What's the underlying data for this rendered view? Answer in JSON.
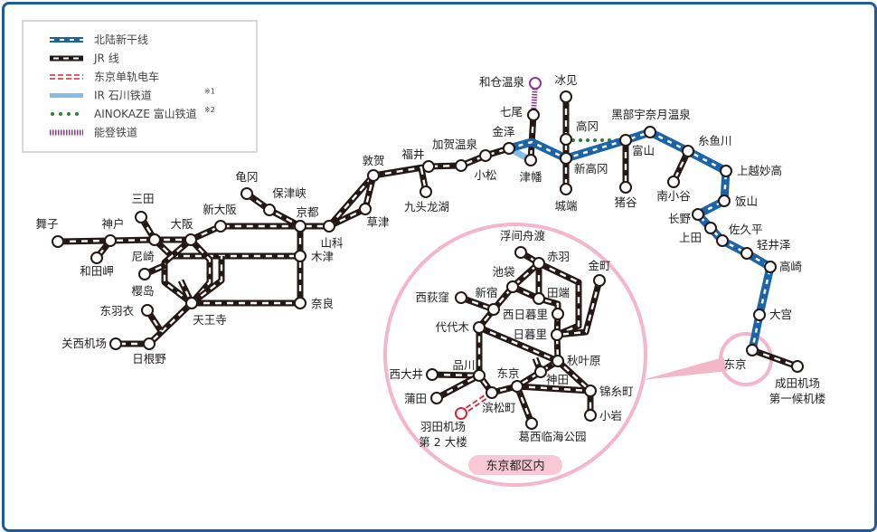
{
  "legend": {
    "items": [
      {
        "label": "北陆新干线",
        "type": "shinkansen",
        "color": "#1c64a8"
      },
      {
        "label": "JR 线",
        "type": "jr",
        "color": "#231815"
      },
      {
        "label": "东京单轨电车",
        "type": "monorail",
        "color": "#d7243c"
      },
      {
        "label": "IR 石川铁道",
        "note": "※1",
        "type": "ir",
        "color": "#86bde8"
      },
      {
        "label": "AINOKAZE 富山铁道",
        "note": "※2",
        "type": "ainokaze",
        "color": "#2e7d32"
      },
      {
        "label": "能登铁道",
        "type": "noto",
        "color": "#8b3a8f"
      }
    ]
  },
  "stations": {
    "maiko": "舞子",
    "kobe": "神户",
    "wadamisaki": "和田岬",
    "sanda": "三田",
    "amagasaki": "尼崎",
    "osaka": "大阪",
    "shinosaka": "新大阪",
    "kameoka": "龟冈",
    "hozukyo": "保津峡",
    "kyoto": "京都",
    "yamashina": "山科",
    "kizu": "木津",
    "nara": "奈良",
    "tennoji": "天王寺",
    "sakurajima": "樱岛",
    "higashihagoromo": "东羽衣",
    "hineno": "日根野",
    "kix": "关西机场",
    "tsuruga": "敦贺",
    "kusatsu": "草津",
    "fukui": "福井",
    "kuzuryuko": "九头龙湖",
    "kagaonsen": "加贺温泉",
    "komatsu": "小松",
    "kanazawa": "金泽",
    "tsubata": "津幡",
    "nanao": "七尾",
    "wakuraonsen": "和仓温泉",
    "himi": "冰见",
    "takaoka": "高冈",
    "shintakaoka": "新高冈",
    "johana": "城端",
    "toyama": "富山",
    "inotani": "猪谷",
    "kurobe": "黑部宇奈月温泉",
    "itoigawa": "糸鱼川",
    "minamiotari": "南小谷",
    "joetsumyoko": "上越妙高",
    "iiyama": "饭山",
    "nagano": "长野",
    "ueda": "上田",
    "sakudaira": "佐久平",
    "karuizawa": "轻井泽",
    "takasaki": "高崎",
    "omiya": "大宫",
    "tokyo_main": "东京",
    "narita_1": "成田机场",
    "narita_2": "第一候机楼"
  },
  "tokyo_inset": {
    "title": "东京都区内",
    "accent_color": "#f4b6c9",
    "stations": {
      "ukimafunado": "浮间舟渡",
      "akabane": "赤羽",
      "kanamachi": "金町",
      "ikebukuro": "池袋",
      "tabata": "田端",
      "nishiogikubo": "西荻窪",
      "shinjuku": "新宿",
      "nishinippori": "西日暮里",
      "yoyogi": "代代木",
      "nippori": "日暮里",
      "akihabara": "秋叶原",
      "kanda": "神田",
      "tokyo": "东京",
      "shinagawa": "品川",
      "nishioi": "西大井",
      "kamata": "蒲田",
      "hamamatsucho": "滨松町",
      "haneda_1": "羽田机场",
      "haneda_2": "第 2 大楼",
      "kinshicho": "锦糸町",
      "koiwa": "小岩",
      "kasai": "葛西临海公园"
    }
  }
}
